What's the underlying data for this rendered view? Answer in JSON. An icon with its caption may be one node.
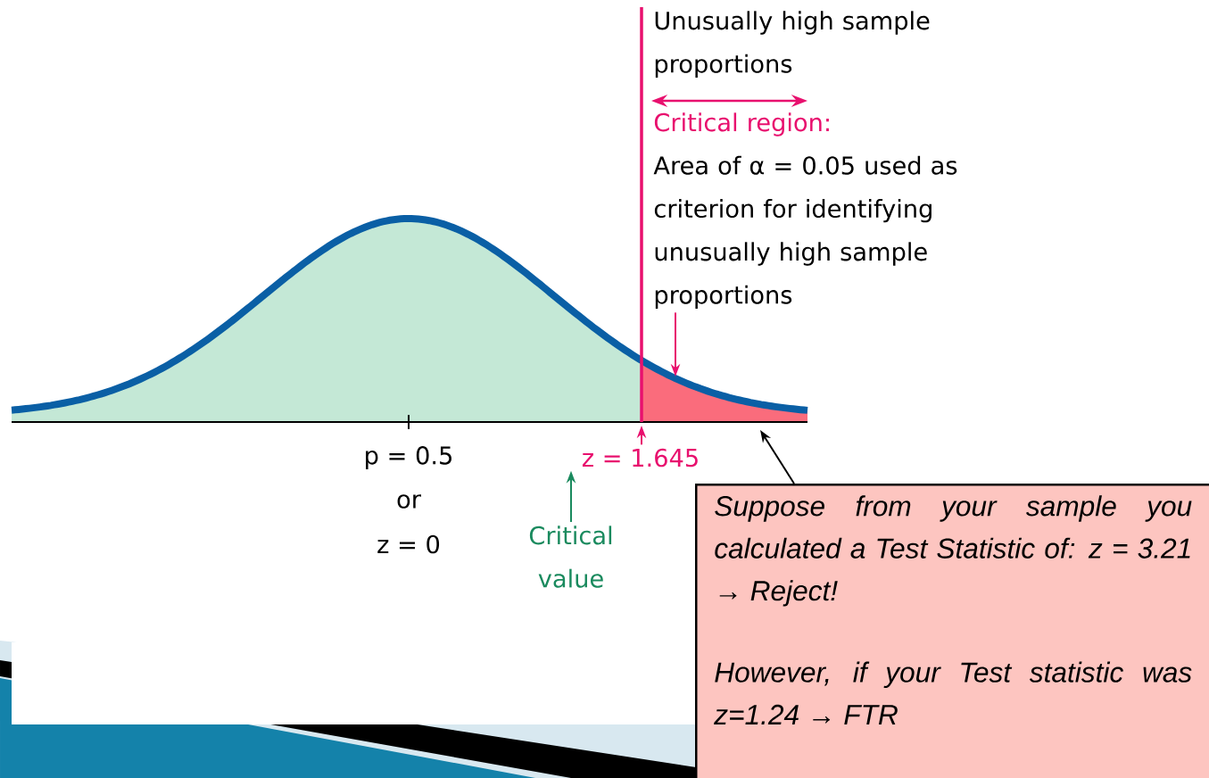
{
  "diagram": {
    "nodes": [
      {
        "text": [
          "Unusually high sample proportions"
        ]
      },
      {
        "text": [
          "Critical region:",
          "Area of α = 0.05 used as criterion for identifying unusually high sample proportions"
        ]
      },
      {
        "text": [
          "z = 1.645"
        ]
      },
      {
        "text": [
          "Critical value"
        ]
      },
      {
        "text": [
          "Suppose from your sample you calculated a Test Statistic of: z = 3.21 → Reject!",
          "However, if your Test statistic was z=1.24 → FTR"
        ]
      }
    ],
    "edges": [
      {
        "from": 1,
        "to": null,
        "arrow": "to",
        "color": "#e8106e"
      },
      {
        "from": 3,
        "to": 2,
        "arrow": "to",
        "color": "#1a8a5e"
      },
      {
        "from": 2,
        "to": null,
        "arrow": "to",
        "color": "#e8106e"
      },
      {
        "from": 4,
        "to": null,
        "arrow": "to",
        "color": "#000000"
      }
    ],
    "labels": [
      "p = 0.5",
      "or",
      "z = 0"
    ]
  }
}
